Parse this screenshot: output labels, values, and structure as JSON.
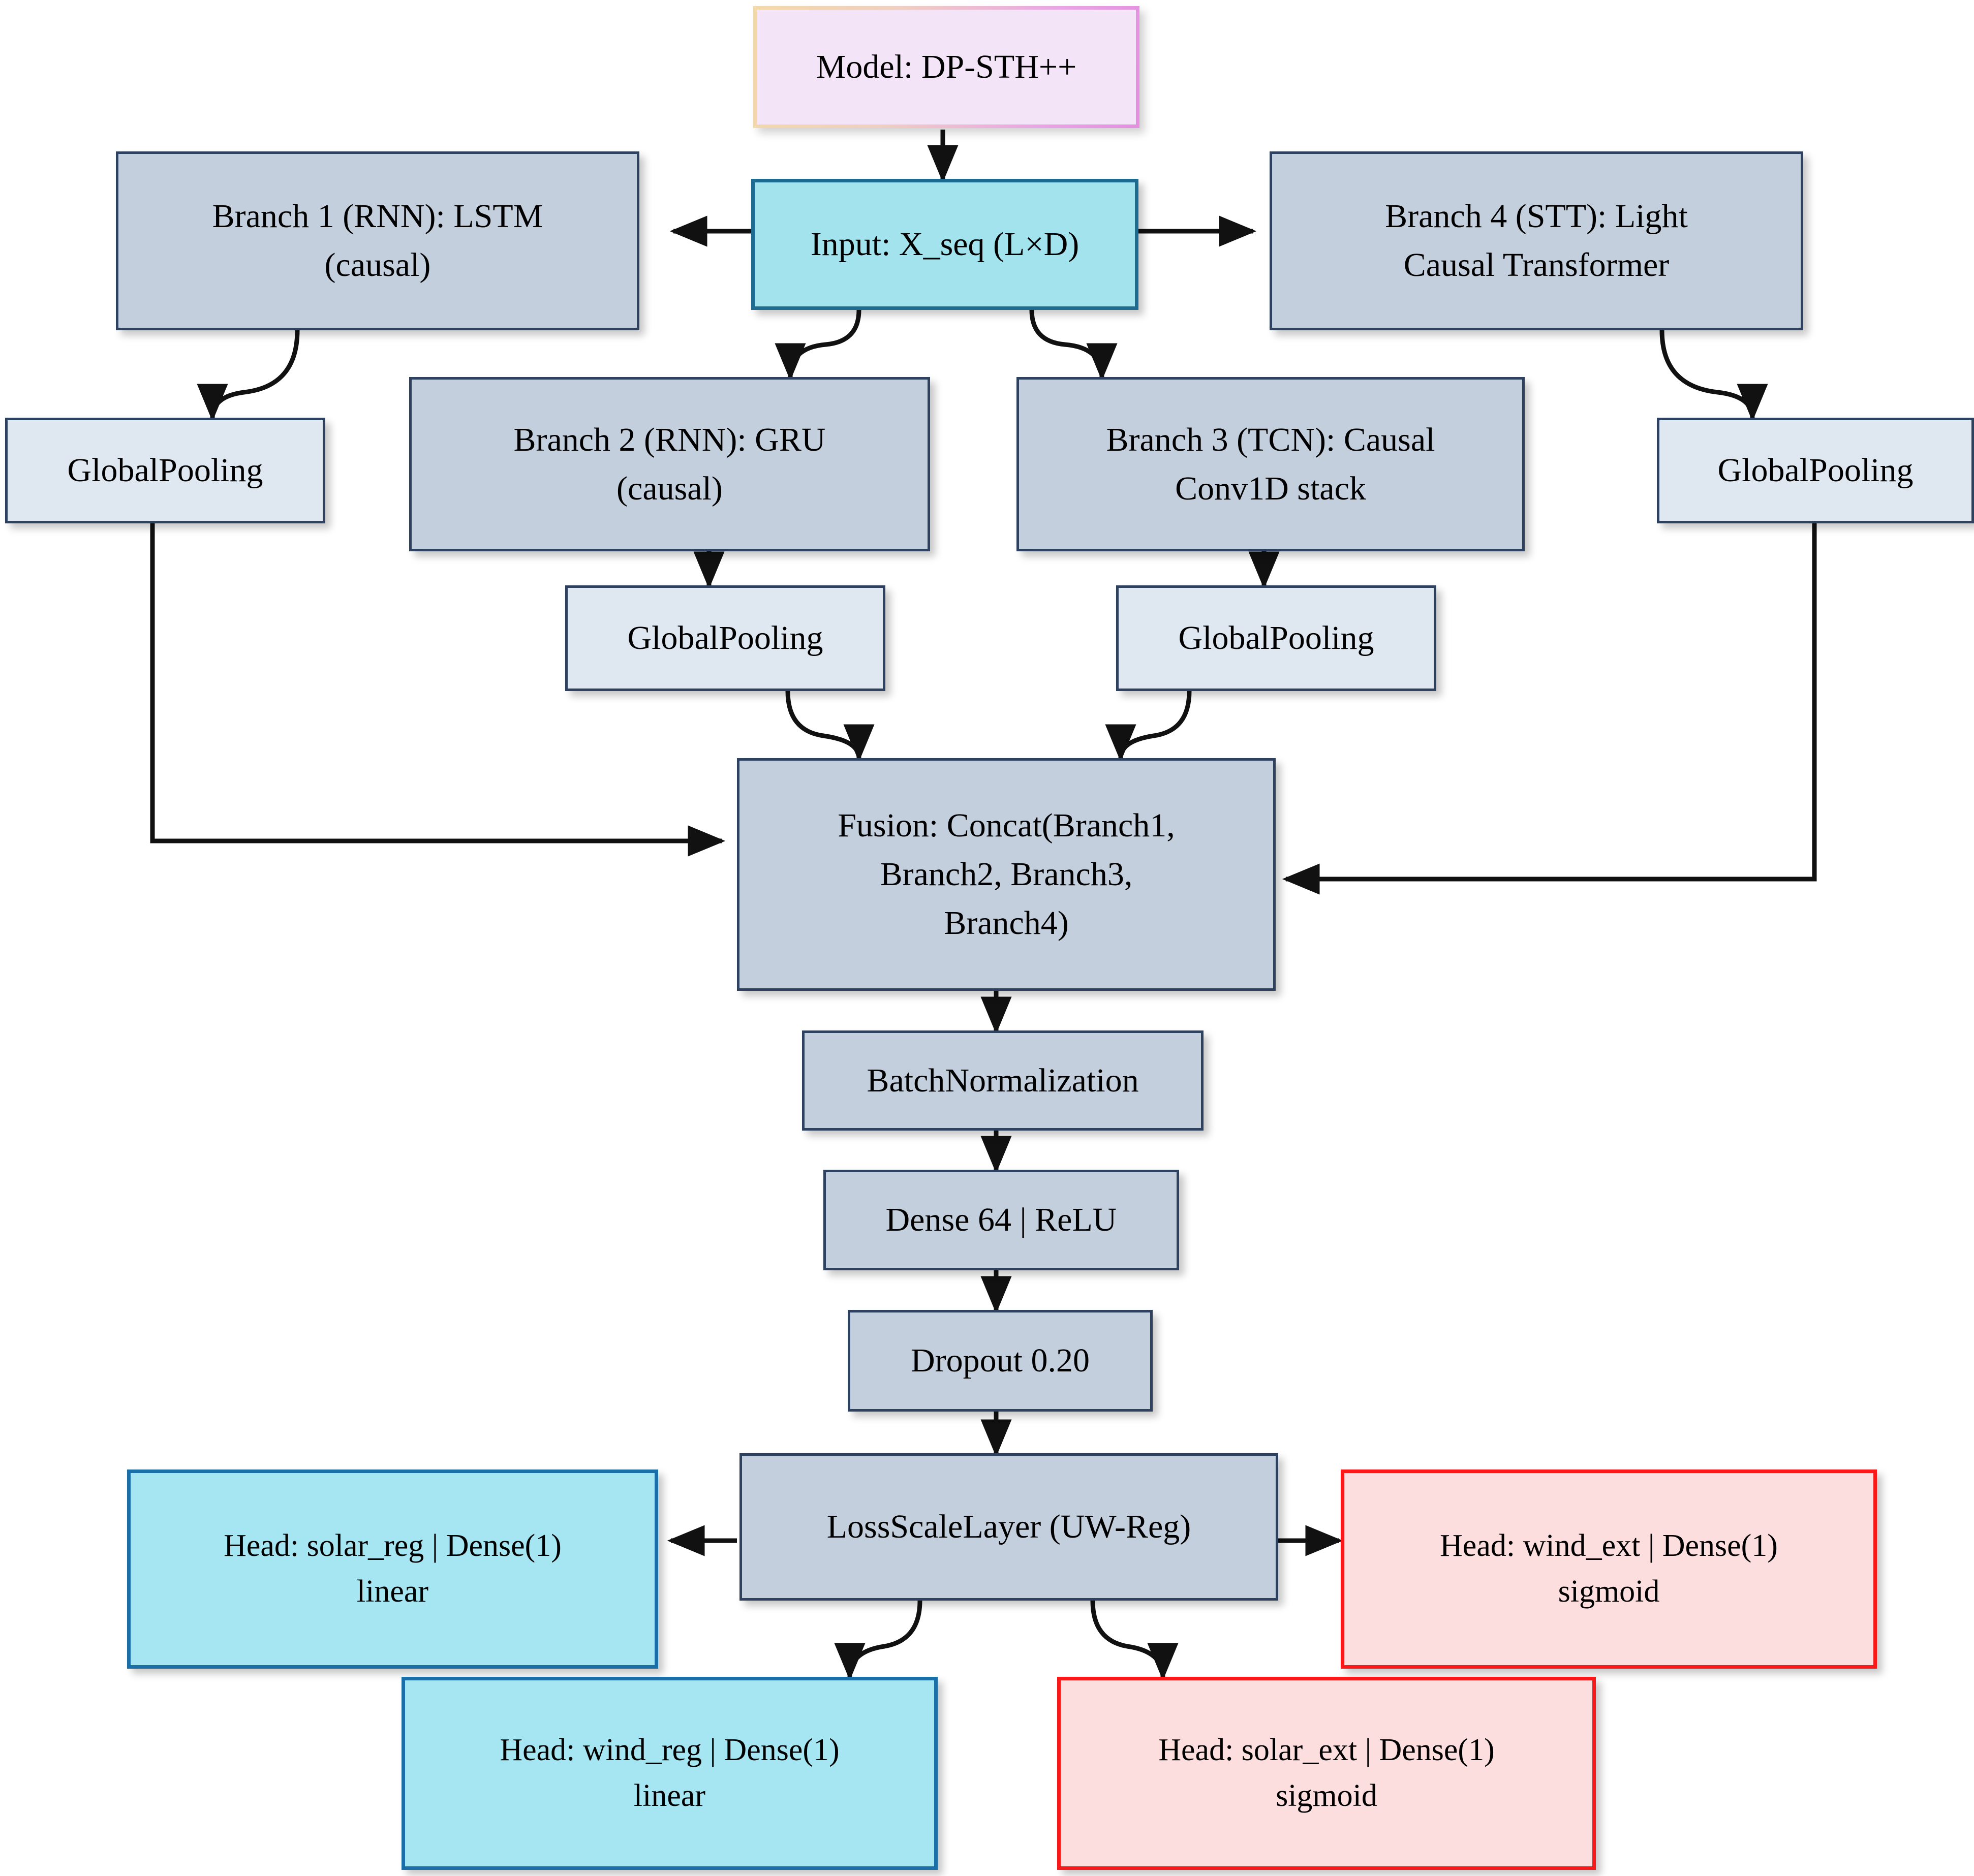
{
  "diagram": {
    "title": "DP-STH++ multi-branch model architecture flowchart",
    "colors": {
      "branch_fill": "#c3cfdc",
      "branch_border": "#2e4260",
      "pool_fill": "#dfe8f1",
      "input_fill": "#a3e3ee",
      "input_border": "#1e6b92",
      "model_fill": "#f3e4f8",
      "regression_head_fill": "#a5e6f2",
      "regression_head_border": "#1a6fa8",
      "extreme_head_fill": "#fcdede",
      "extreme_head_border": "#fb1818",
      "edge": "#000000",
      "background": "#ffffff"
    },
    "nodes": {
      "model": "Model: DP-STH++",
      "input": "Input: X_seq (L×D)",
      "branch1": "Branch 1 (RNN): LSTM\n(causal)",
      "branch2": "Branch 2 (RNN): GRU\n(causal)",
      "branch3": "Branch 3 (TCN): Causal\nConv1D stack",
      "branch4": "Branch 4 (STT): Light\nCausal Transformer",
      "pool1": "GlobalPooling",
      "pool2": "GlobalPooling",
      "pool3": "GlobalPooling",
      "pool4": "GlobalPooling",
      "fusion": "Fusion: Concat(Branch1,\nBranch2, Branch3,\nBranch4)",
      "batchnorm": "BatchNormalization",
      "dense": "Dense 64 | ReLU",
      "dropout": "Dropout 0.20",
      "lossscale": "LossScaleLayer (UW-Reg)",
      "head_solar_reg": "Head: solar_reg | Dense(1)\nlinear",
      "head_wind_reg": "Head: wind_reg | Dense(1)\nlinear",
      "head_wind_ext": "Head: wind_ext | Dense(1)\nsigmoid",
      "head_solar_ext": "Head: solar_ext | Dense(1)\nsigmoid"
    },
    "edges": [
      {
        "from": "model",
        "to": "input"
      },
      {
        "from": "input",
        "to": "branch1"
      },
      {
        "from": "input",
        "to": "branch2"
      },
      {
        "from": "input",
        "to": "branch3"
      },
      {
        "from": "input",
        "to": "branch4"
      },
      {
        "from": "branch1",
        "to": "pool1"
      },
      {
        "from": "branch2",
        "to": "pool2"
      },
      {
        "from": "branch3",
        "to": "pool3"
      },
      {
        "from": "branch4",
        "to": "pool4"
      },
      {
        "from": "pool1",
        "to": "fusion"
      },
      {
        "from": "pool2",
        "to": "fusion"
      },
      {
        "from": "pool3",
        "to": "fusion"
      },
      {
        "from": "pool4",
        "to": "fusion"
      },
      {
        "from": "fusion",
        "to": "batchnorm"
      },
      {
        "from": "batchnorm",
        "to": "dense"
      },
      {
        "from": "dense",
        "to": "dropout"
      },
      {
        "from": "dropout",
        "to": "lossscale"
      },
      {
        "from": "lossscale",
        "to": "head_solar_reg"
      },
      {
        "from": "lossscale",
        "to": "head_wind_ext"
      },
      {
        "from": "lossscale",
        "to": "head_wind_reg"
      },
      {
        "from": "lossscale",
        "to": "head_solar_ext"
      }
    ]
  }
}
